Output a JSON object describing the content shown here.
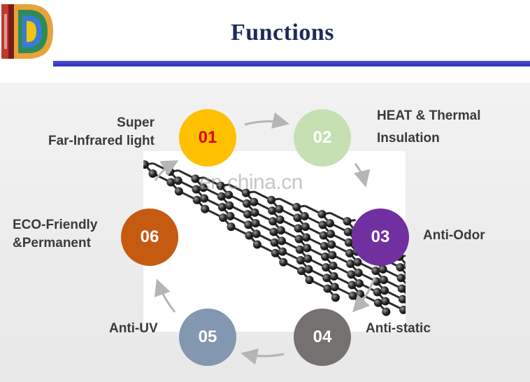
{
  "header": {
    "title": "Functions"
  },
  "watermark": "en.china.cn",
  "functions": [
    {
      "number": "01",
      "label_lines": [
        "Super",
        "Far-Infrared light"
      ]
    },
    {
      "number": "02",
      "label_lines": [
        "HEAT & Thermal",
        "Insulation"
      ]
    },
    {
      "number": "03",
      "label_lines": [
        "Anti-Odor"
      ]
    },
    {
      "number": "04",
      "label_lines": [
        "Anti-static"
      ]
    },
    {
      "number": "05",
      "label_lines": [
        "Anti-UV"
      ]
    },
    {
      "number": "06",
      "label_lines": [
        "ECO-Friendly",
        "&Permanent"
      ]
    }
  ],
  "colors": {
    "title": "#1e2a5a",
    "title_bar": "#2f2fbb",
    "circle_01": "#ffc000",
    "circle_02": "#c6e0b4",
    "circle_03": "#7030a0",
    "circle_04": "#767171",
    "circle_05": "#8497b0",
    "circle_06": "#c55a11"
  },
  "icons": {
    "logo": "d-logo",
    "diagram_image": "graphene-lattice"
  }
}
